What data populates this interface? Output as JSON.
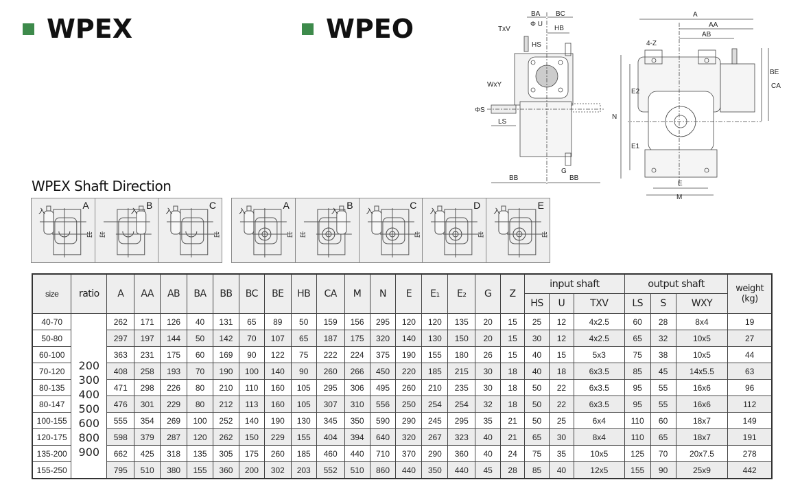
{
  "titles": {
    "model_left": "WPEX",
    "model_right": "WPEO",
    "shaft_direction": "WPEX Shaft Direction"
  },
  "colors": {
    "accent_square": "#3d8a4b"
  },
  "shaft_direction": {
    "input_label": "入",
    "output_label": "出",
    "group_left": [
      "A",
      "B",
      "C"
    ],
    "group_right": [
      "A",
      "B",
      "C",
      "D",
      "E"
    ]
  },
  "drawings": {
    "side_view": {
      "BA": "BA",
      "BC": "BC",
      "U": "Φ U",
      "TXV": "TxV",
      "HB": "HB",
      "HS": "HS",
      "WXY": "WxY",
      "S": "ΦS",
      "LS": "LS",
      "BB_left": "BB",
      "G": "G",
      "BB_right": "BB"
    },
    "front_view": {
      "A": "A",
      "AA": "AA",
      "AB": "AB",
      "Z": "4-Z",
      "BE": "BE",
      "CA": "CA",
      "E2": "E2",
      "N": "N",
      "E1": "E1",
      "E": "E",
      "M": "M"
    }
  },
  "table": {
    "headers": {
      "size": "size",
      "ratio": "ratio",
      "dims": [
        "A",
        "AA",
        "AB",
        "BA",
        "BB",
        "BC",
        "BE",
        "HB",
        "CA",
        "M",
        "N",
        "E",
        "E₁",
        "E₂",
        "G",
        "Z"
      ],
      "input_shaft": "input shaft",
      "input_cols": [
        "HS",
        "U",
        "TXV"
      ],
      "output_shaft": "output shaft",
      "output_cols": [
        "LS",
        "S",
        "WXY"
      ],
      "weight": "weight",
      "weight_unit": "(kg)"
    },
    "ratios": [
      "200",
      "300",
      "400",
      "500",
      "600",
      "800",
      "900"
    ],
    "rows": [
      {
        "size": "40-70",
        "values": [
          "262",
          "171",
          "126",
          "40",
          "131",
          "65",
          "89",
          "50",
          "159",
          "156",
          "295",
          "120",
          "120",
          "135",
          "20",
          "15",
          "25",
          "12",
          "4x2.5",
          "60",
          "28",
          "8x4",
          "19"
        ]
      },
      {
        "size": "50-80",
        "values": [
          "297",
          "197",
          "144",
          "50",
          "142",
          "70",
          "107",
          "65",
          "187",
          "175",
          "320",
          "140",
          "130",
          "150",
          "20",
          "15",
          "30",
          "12",
          "4x2.5",
          "65",
          "32",
          "10x5",
          "27"
        ]
      },
      {
        "size": "60-100",
        "values": [
          "363",
          "231",
          "175",
          "60",
          "169",
          "90",
          "122",
          "75",
          "222",
          "224",
          "375",
          "190",
          "155",
          "180",
          "26",
          "15",
          "40",
          "15",
          "5x3",
          "75",
          "38",
          "10x5",
          "44"
        ]
      },
      {
        "size": "70-120",
        "values": [
          "408",
          "258",
          "193",
          "70",
          "190",
          "100",
          "140",
          "90",
          "260",
          "266",
          "450",
          "220",
          "185",
          "215",
          "30",
          "18",
          "40",
          "18",
          "6x3.5",
          "85",
          "45",
          "14x5.5",
          "63"
        ]
      },
      {
        "size": "80-135",
        "values": [
          "471",
          "298",
          "226",
          "80",
          "210",
          "110",
          "160",
          "105",
          "295",
          "306",
          "495",
          "260",
          "210",
          "235",
          "30",
          "18",
          "50",
          "22",
          "6x3.5",
          "95",
          "55",
          "16x6",
          "96"
        ]
      },
      {
        "size": "80-147",
        "values": [
          "476",
          "301",
          "229",
          "80",
          "212",
          "113",
          "160",
          "105",
          "307",
          "310",
          "556",
          "250",
          "254",
          "254",
          "32",
          "18",
          "50",
          "22",
          "6x3.5",
          "95",
          "55",
          "16x6",
          "112"
        ]
      },
      {
        "size": "100-155",
        "values": [
          "555",
          "354",
          "269",
          "100",
          "252",
          "140",
          "190",
          "130",
          "345",
          "350",
          "590",
          "290",
          "245",
          "295",
          "35",
          "21",
          "50",
          "25",
          "6x4",
          "110",
          "60",
          "18x7",
          "149"
        ]
      },
      {
        "size": "120-175",
        "values": [
          "598",
          "379",
          "287",
          "120",
          "262",
          "150",
          "229",
          "155",
          "404",
          "394",
          "640",
          "320",
          "267",
          "323",
          "40",
          "21",
          "65",
          "30",
          "8x4",
          "110",
          "65",
          "18x7",
          "191"
        ]
      },
      {
        "size": "135-200",
        "values": [
          "662",
          "425",
          "318",
          "135",
          "305",
          "175",
          "260",
          "185",
          "460",
          "440",
          "710",
          "370",
          "290",
          "360",
          "40",
          "24",
          "75",
          "35",
          "10x5",
          "125",
          "70",
          "20x7.5",
          "278"
        ]
      },
      {
        "size": "155-250",
        "values": [
          "795",
          "510",
          "380",
          "155",
          "360",
          "200",
          "302",
          "203",
          "552",
          "510",
          "860",
          "440",
          "350",
          "440",
          "45",
          "28",
          "85",
          "40",
          "12x5",
          "155",
          "90",
          "25x9",
          "442"
        ]
      }
    ]
  }
}
